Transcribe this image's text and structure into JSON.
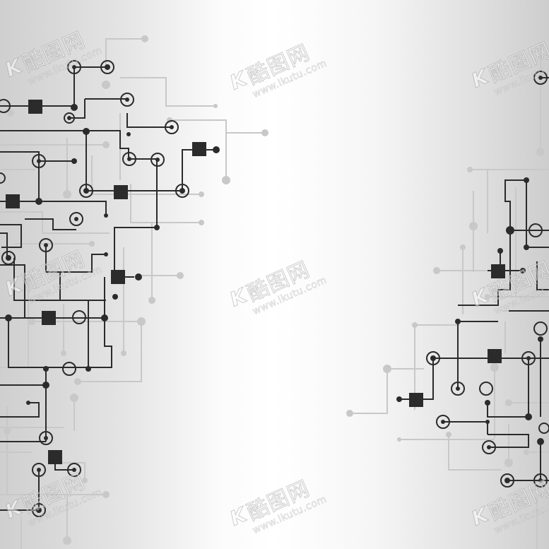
{
  "watermark": {
    "brand_mark": "K",
    "brand_text": "酷图网",
    "url": "www.ikutu.com"
  },
  "colors": {
    "dark_line": "#2b2b2b",
    "light_line": "#c4c4c4",
    "node_fill": "#2b2b2b"
  }
}
